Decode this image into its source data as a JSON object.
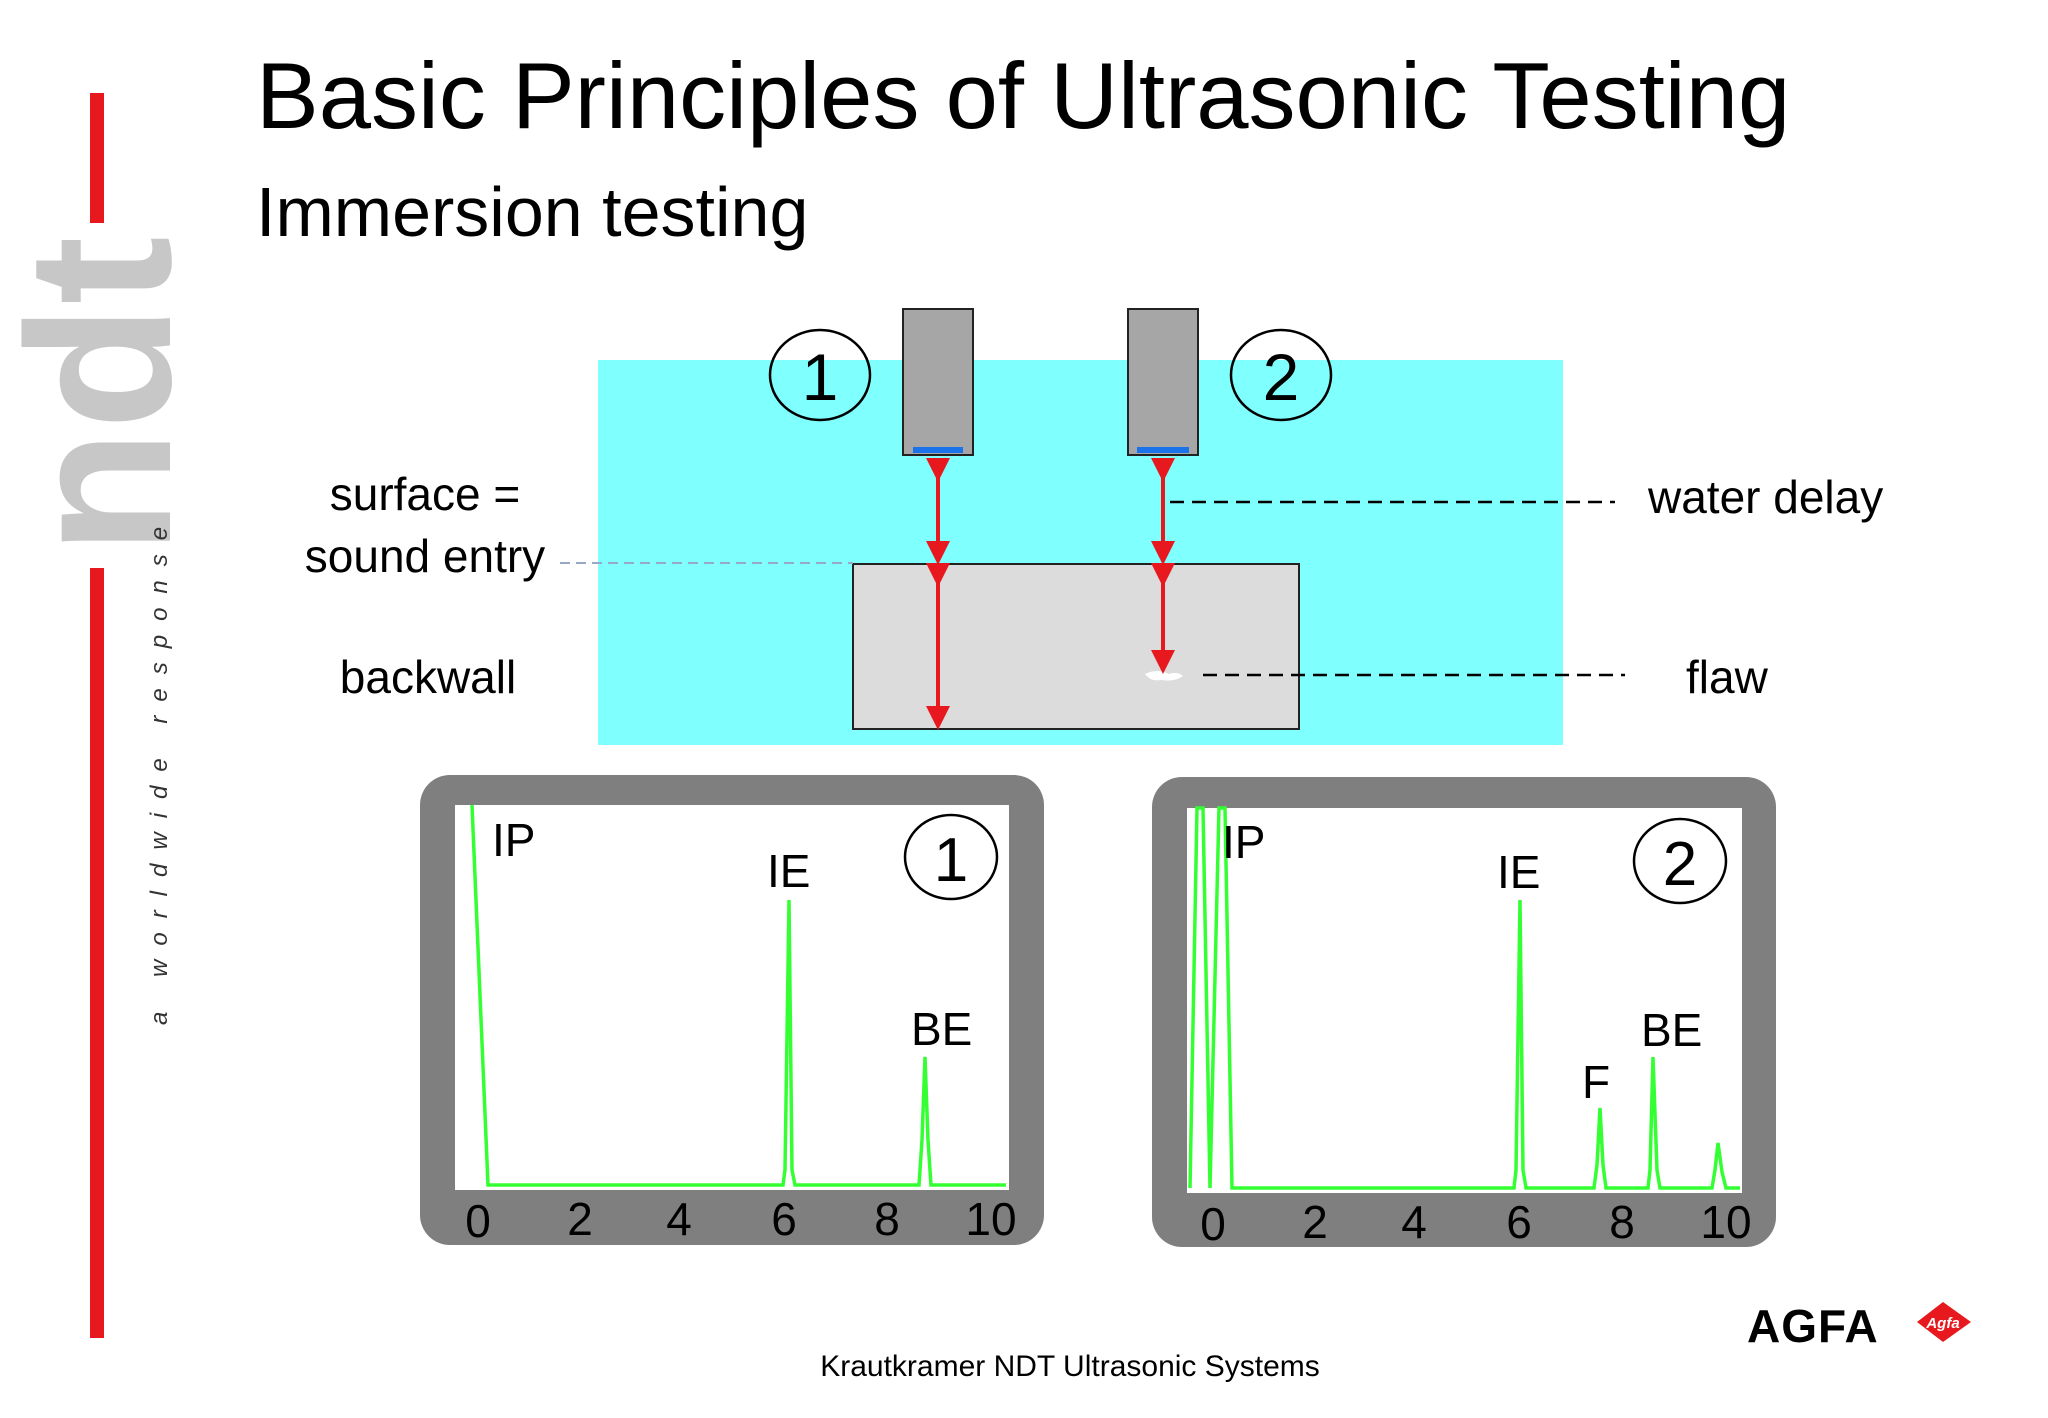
{
  "slide": {
    "title": "Basic Principles of Ultrasonic Testing",
    "subtitle": "Immersion testing",
    "footer": "Krautkramer NDT Ultrasonic Systems"
  },
  "branding": {
    "logo_text": "ndt",
    "tagline": "a worldwide response",
    "company_logo": "AGFA",
    "company_badge": "Agfa",
    "logo_color": "#c7c7c7",
    "accent_red": "#e8191e"
  },
  "diagram": {
    "probe_1_number": "1",
    "probe_2_number": "2",
    "label_surface_line1": "surface =",
    "label_surface_line2": "sound entry",
    "label_backwall": "backwall",
    "label_water_delay": "water delay",
    "label_flaw": "flaw",
    "colors": {
      "water": "#80ffff",
      "part": "#dcdcdc",
      "probe": "#a6a6a6",
      "crystal": "#1a73e8",
      "arrow": "#e8191e"
    }
  },
  "screens": [
    {
      "number": "1",
      "labels": {
        "ip": "IP",
        "ie": "IE",
        "be": "BE"
      },
      "x_ticks": [
        "0",
        "2",
        "4",
        "6",
        "8",
        "10"
      ],
      "trace_color": "#33ff33",
      "frame_color": "#7f7f7f"
    },
    {
      "number": "2",
      "labels": {
        "ip": "IP",
        "ie": "IE",
        "f": "F",
        "be": "BE"
      },
      "x_ticks": [
        "0",
        "2",
        "4",
        "6",
        "8",
        "10"
      ],
      "trace_color": "#33ff33",
      "frame_color": "#7f7f7f"
    }
  ]
}
